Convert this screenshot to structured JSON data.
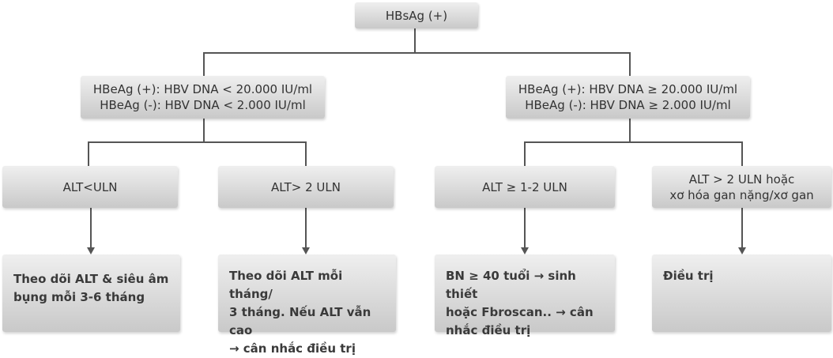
{
  "root": {
    "label": "HBsAg (+)"
  },
  "branches": [
    {
      "label": "HBeAg (+): HBV DNA < 20.000 IU/ml\nHBeAg (-): HBV DNA < 2.000 IU/ml",
      "conditions": [
        {
          "label": "ALT<ULN",
          "action": "Theo dõi ALT &  siêu âm\nbụng mỗi 3-6 tháng"
        },
        {
          "label": "ALT> 2 ULN",
          "action": "Theo dõi ALT mỗi tháng/\n3 tháng. Nếu ALT vẫn cao\n→ cân nhắc điều trị"
        }
      ]
    },
    {
      "label": "HBeAg (+):  HBV DNA ≥ 20.000 IU/ml\nHBeAg (-):  HBV DNA ≥ 2.000 IU/ml",
      "conditions": [
        {
          "label": "ALT ≥ 1-2 ULN",
          "action": "BN ≥ 40 tuổi → sinh thiết\nhoặc Fbroscan.. → cân\nnhắc điều trị"
        },
        {
          "label": "ALT > 2 ULN hoặc\nxơ hóa gan nặng/xơ gan",
          "action": "Điều trị"
        }
      ]
    }
  ],
  "colors": {
    "box_top": "#efefef",
    "box_bottom": "#c9c9c9",
    "line": "#555555",
    "text": "#333333"
  }
}
